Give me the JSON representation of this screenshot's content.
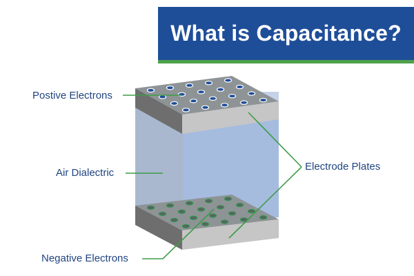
{
  "title": "What is Capacitance?",
  "labels": {
    "positive": "Postive Electrons",
    "air": "Air Dialectric",
    "plates": "Electrode Plates",
    "negative": "Negative Electrons"
  },
  "colors": {
    "title_bg": "#1f4e99",
    "title_accent": "#4ea24a",
    "label_text": "#1f4380",
    "leader_line": "#3d9b46",
    "positive_electron": "#1f4e99",
    "negative_electron": "#2f9a4c",
    "dielectric": "#a9bfe0",
    "plate": "#b3b3b3"
  }
}
